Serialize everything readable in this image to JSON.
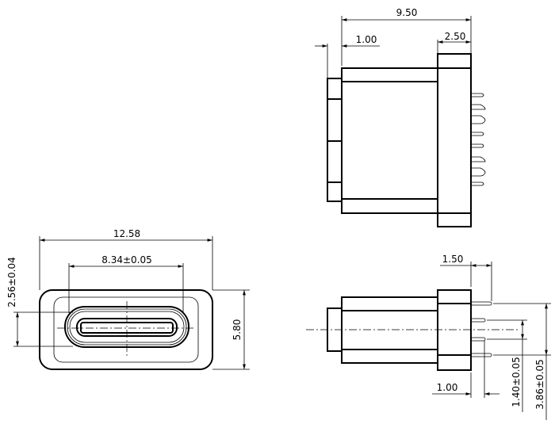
{
  "drawing": {
    "side_view": {
      "overall_length": "9.50",
      "plug_length": "1.00",
      "flange_thickness": "2.50"
    },
    "front_view": {
      "overall_width": "12.58",
      "port_width": "8.34±0.05",
      "port_height": "2.56±0.04",
      "overall_height": "5.80"
    },
    "top_view": {
      "pin_length": "1.50",
      "inner_pin_length": "1.00",
      "inner_pin_pitch": "1.40±0.05",
      "outer_pin_pitch": "3.86±0.05"
    }
  }
}
